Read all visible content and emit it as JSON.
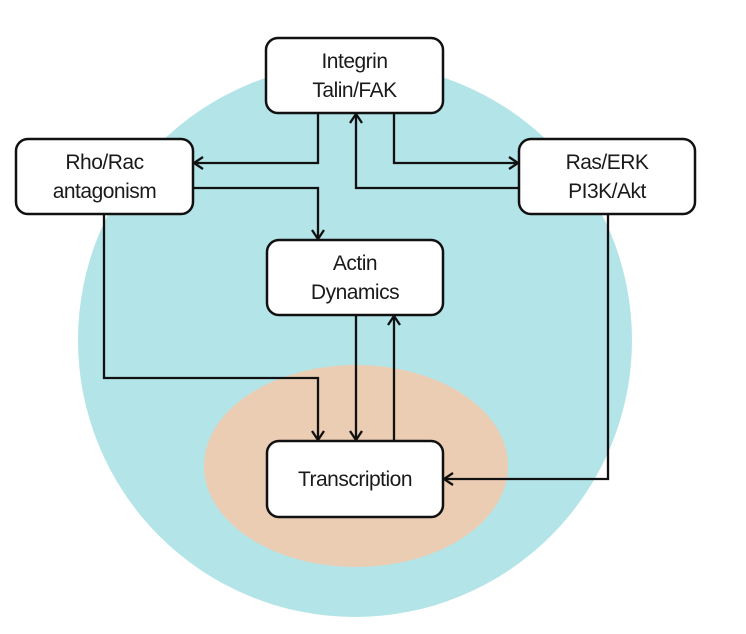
{
  "diagram": {
    "regions": [
      {
        "id": "cell",
        "label": "",
        "color": "#b3e4e8"
      },
      {
        "id": "nucleus",
        "label": "",
        "color": "#ebcdb4"
      }
    ],
    "nodes": [
      {
        "id": "integrin",
        "lines": [
          "Integrin",
          "Talin/FAK"
        ]
      },
      {
        "id": "rho",
        "lines": [
          "Rho/Rac",
          "antagonism"
        ]
      },
      {
        "id": "ras",
        "lines": [
          "Ras/ERK",
          "PI3K/Akt"
        ]
      },
      {
        "id": "actin",
        "lines": [
          "Actin",
          "Dynamics"
        ]
      },
      {
        "id": "transcription",
        "lines": [
          "Transcription"
        ]
      }
    ],
    "edges": [
      {
        "from": "integrin",
        "to": "rho"
      },
      {
        "from": "integrin",
        "to": "ras"
      },
      {
        "from": "ras",
        "to": "integrin"
      },
      {
        "from": "rho",
        "to": "actin"
      },
      {
        "from": "rho",
        "to": "transcription"
      },
      {
        "from": "actin",
        "to": "transcription"
      },
      {
        "from": "transcription",
        "to": "actin"
      },
      {
        "from": "ras",
        "to": "transcription"
      }
    ]
  }
}
